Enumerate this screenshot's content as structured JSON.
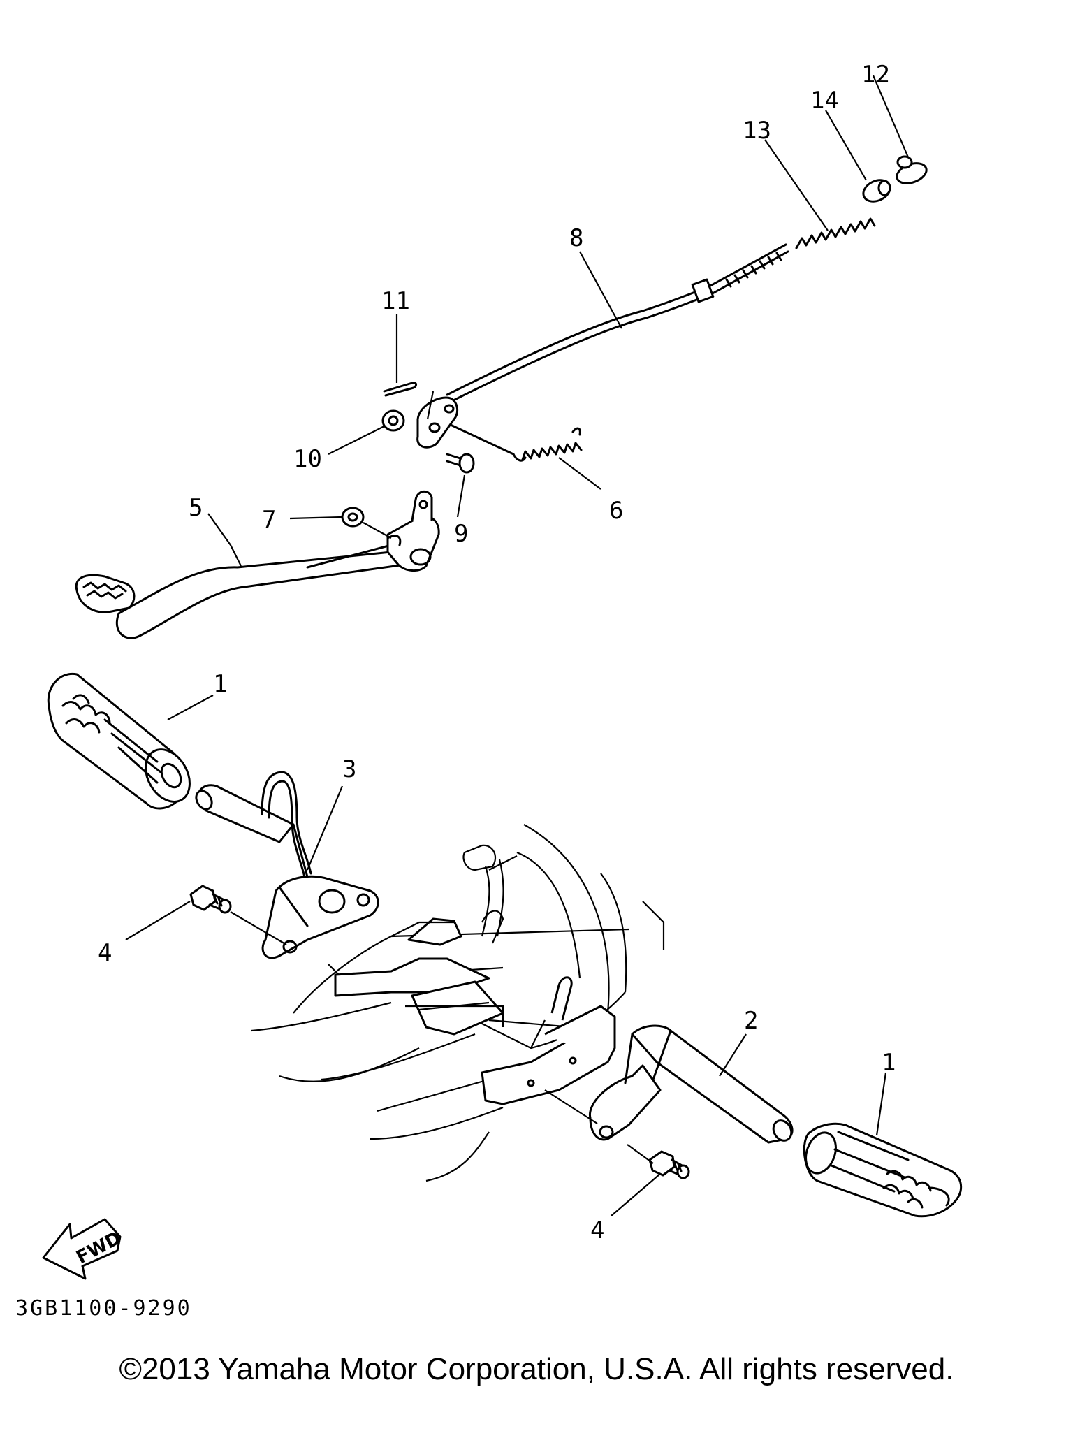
{
  "diagram": {
    "callouts": [
      {
        "id": "c1a",
        "text": "1"
      },
      {
        "id": "c1b",
        "text": "1"
      },
      {
        "id": "c2",
        "text": "2"
      },
      {
        "id": "c3",
        "text": "3"
      },
      {
        "id": "c4a",
        "text": "4"
      },
      {
        "id": "c4b",
        "text": "4"
      },
      {
        "id": "c5",
        "text": "5"
      },
      {
        "id": "c6",
        "text": "6"
      },
      {
        "id": "c7",
        "text": "7"
      },
      {
        "id": "c8",
        "text": "8"
      },
      {
        "id": "c9",
        "text": "9"
      },
      {
        "id": "c10",
        "text": "10"
      },
      {
        "id": "c11",
        "text": "11"
      },
      {
        "id": "c12",
        "text": "12"
      },
      {
        "id": "c13",
        "text": "13"
      },
      {
        "id": "c14",
        "text": "14"
      }
    ],
    "fwd_label": "FWD",
    "part_number": "3GB1100-9290",
    "copyright": "©2013 Yamaha Motor Corporation, U.S.A. All rights reserved."
  }
}
